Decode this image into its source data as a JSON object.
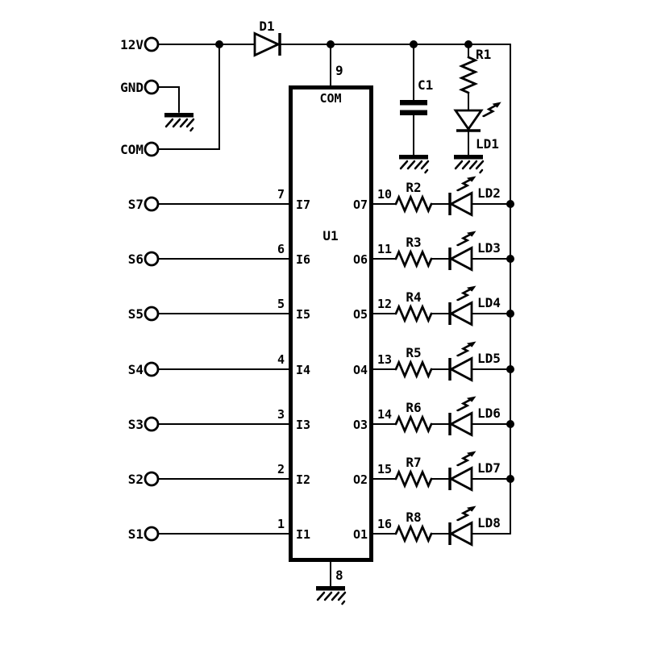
{
  "power": {
    "v12_label": "12V",
    "gnd_label": "GND",
    "com_label": "COM",
    "diode_ref": "D1",
    "cap_ref": "C1",
    "resistor_ref": "R1",
    "led_ref": "LD1"
  },
  "ic": {
    "ref": "U1",
    "com_pin_number": "9",
    "com_pin_label": "COM",
    "gnd_pin_number": "8"
  },
  "rows": [
    {
      "input_terminal": "S7",
      "input_pin": "7",
      "input_label": "I7",
      "output_label": "O7",
      "output_pin": "10",
      "resistor_ref": "R2",
      "led_ref": "LD2"
    },
    {
      "input_terminal": "S6",
      "input_pin": "6",
      "input_label": "I6",
      "output_label": "O6",
      "output_pin": "11",
      "resistor_ref": "R3",
      "led_ref": "LD3"
    },
    {
      "input_terminal": "S5",
      "input_pin": "5",
      "input_label": "I5",
      "output_label": "O5",
      "output_pin": "12",
      "resistor_ref": "R4",
      "led_ref": "LD4"
    },
    {
      "input_terminal": "S4",
      "input_pin": "4",
      "input_label": "I4",
      "output_label": "O4",
      "output_pin": "13",
      "resistor_ref": "R5",
      "led_ref": "LD5"
    },
    {
      "input_terminal": "S3",
      "input_pin": "3",
      "input_label": "I3",
      "output_label": "O3",
      "output_pin": "14",
      "resistor_ref": "R6",
      "led_ref": "LD6"
    },
    {
      "input_terminal": "S2",
      "input_pin": "2",
      "input_label": "I2",
      "output_label": "O2",
      "output_pin": "15",
      "resistor_ref": "R7",
      "led_ref": "LD7"
    },
    {
      "input_terminal": "S1",
      "input_pin": "1",
      "input_label": "I1",
      "output_label": "O1",
      "output_pin": "16",
      "resistor_ref": "R8",
      "led_ref": "LD8"
    }
  ],
  "colors": {
    "ink": "#000000",
    "background": "#ffffff"
  }
}
